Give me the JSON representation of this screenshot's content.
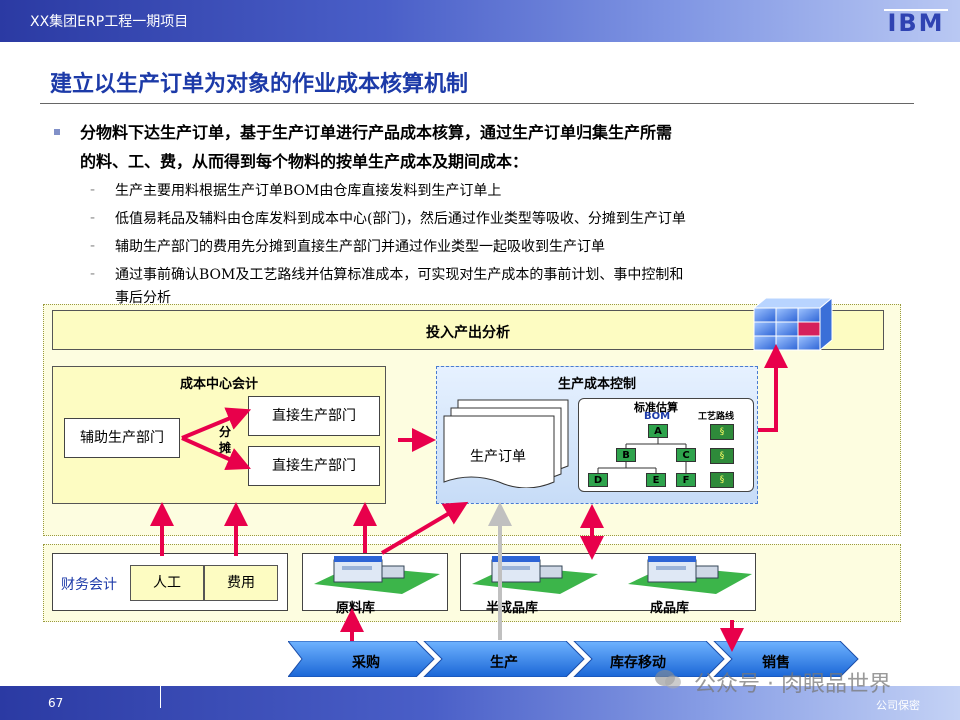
{
  "header": {
    "title": "XX集团ERP工程一期项目",
    "logo": "IBM"
  },
  "slide": {
    "title": "建立以生产订单为对象的作业成本核算机制",
    "main_line1": "分物料下达生产订单，基于生产订单进行产品成本核算，通过生产订单归集生产所需",
    "main_line2": "的料、工、费，从而得到每个物料的按单生产成本及期间成本：",
    "sub_items": [
      "生产主要用料根据生产订单BOM由仓库直接发料到生产订单上",
      "低值易耗品及辅料由仓库发料到成本中心(部门)，然后通过作业类型等吸收、分摊到生产订单",
      "辅助生产部门的费用先分摊到直接生产部门并通过作业类型一起吸收到生产订单",
      "通过事前确认BOM及工艺路线并估算标准成本，可实现对生产成本的事前计划、事中控制和"
    ],
    "sub_item4_cont": "事后分析"
  },
  "diagram": {
    "io_analysis": "投入产出分析",
    "cost_center_title": "成本中心会计",
    "aux_dept": "辅助生产部门",
    "allocate": "分摊",
    "direct_dept_1": "直接生产部门",
    "direct_dept_2": "直接生产部门",
    "prod_cost_title": "生产成本控制",
    "prod_order": "生产订单",
    "std_estimate": "标准估算",
    "bom": "BOM",
    "routing": "工艺路线",
    "nodes": [
      "A",
      "B",
      "C",
      "D",
      "E",
      "F"
    ],
    "route_marks": [
      "§",
      "§",
      "§"
    ],
    "finance": "财务会计",
    "labor": "人工",
    "expense": "费用",
    "raw_wh": "原料库",
    "semi_wh": "半成品库",
    "finished_wh": "成品库",
    "processes": [
      "采购",
      "生产",
      "库存移动",
      "销售"
    ]
  },
  "footer": {
    "page": "67",
    "confidential": "公司保密",
    "watermark": "公众号 · 肉眼品世界"
  },
  "colors": {
    "accent_blue": "#1c3aa8",
    "arrow_red": "#e8004b",
    "process_blue": "#2d7fe0"
  }
}
